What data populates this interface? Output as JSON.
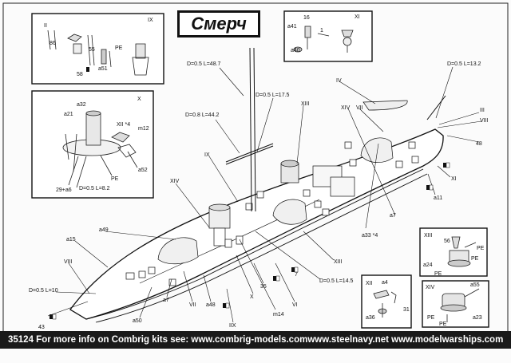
{
  "title": "Смерч",
  "footer": {
    "left": "35124 For more info on Combrig kits see: www.combrig-models.com",
    "right": "www.steelnavy.net www.modelwarships.com"
  },
  "insets": {
    "ix": {
      "roman": "IX",
      "labels": [
        "II",
        "86",
        "55",
        "PE",
        "a51",
        "58"
      ]
    },
    "x": {
      "roman": "X",
      "labels": [
        "a32",
        "a21",
        "XII *4",
        "m12",
        "PE",
        "a52",
        "29+a6",
        "D=0.5 L=8.2"
      ]
    },
    "xi": {
      "roman": "XI",
      "labels": [
        "16",
        "a41",
        "1",
        "a40"
      ]
    },
    "xiii": {
      "roman": "XIII",
      "labels": [
        "56",
        "PE",
        "PE",
        "a24",
        "PE"
      ]
    },
    "xiv": {
      "roman": "XIV",
      "labels": [
        "a55",
        "PE",
        "PE",
        "a23"
      ]
    },
    "xii": {
      "roman": "XII",
      "labels": [
        "a4",
        "31",
        "a36"
      ]
    }
  },
  "callouts": {
    "mast_top": "D=0.5 L=48.7",
    "mast_mid": "D=0.8 L=44.2",
    "yard": "D=0.5 L=17.5",
    "bow_spar": "D=0.5 L=13.2",
    "bow_rail": "D=0.5 L=10",
    "stern_rail": "D=0.5 L=14.5",
    "r_iv": "IV",
    "r_vii": "VII",
    "r_xiv_a": "XIV",
    "r_xiii_a": "XIII",
    "r_iii": "III",
    "r_viii_a": "VIII",
    "p48": "48",
    "r_xi": "XI",
    "a11": "a11",
    "a7_a": "a7",
    "a33": "a33 *4",
    "r_ix": "IX",
    "r_xiv_b": "XIV",
    "a49": "a49",
    "a15": "a15",
    "r_viii_b": "VIII",
    "p43": "43",
    "a50": "a50",
    "a7_b": "a7",
    "r_vii_b": "VII",
    "a48": "a48",
    "r_iix": "IIX",
    "r_x": "X",
    "p35": "35",
    "m14": "m14",
    "r_vi": "VI",
    "p7": "7",
    "r_xiii_b": "XIII"
  }
}
